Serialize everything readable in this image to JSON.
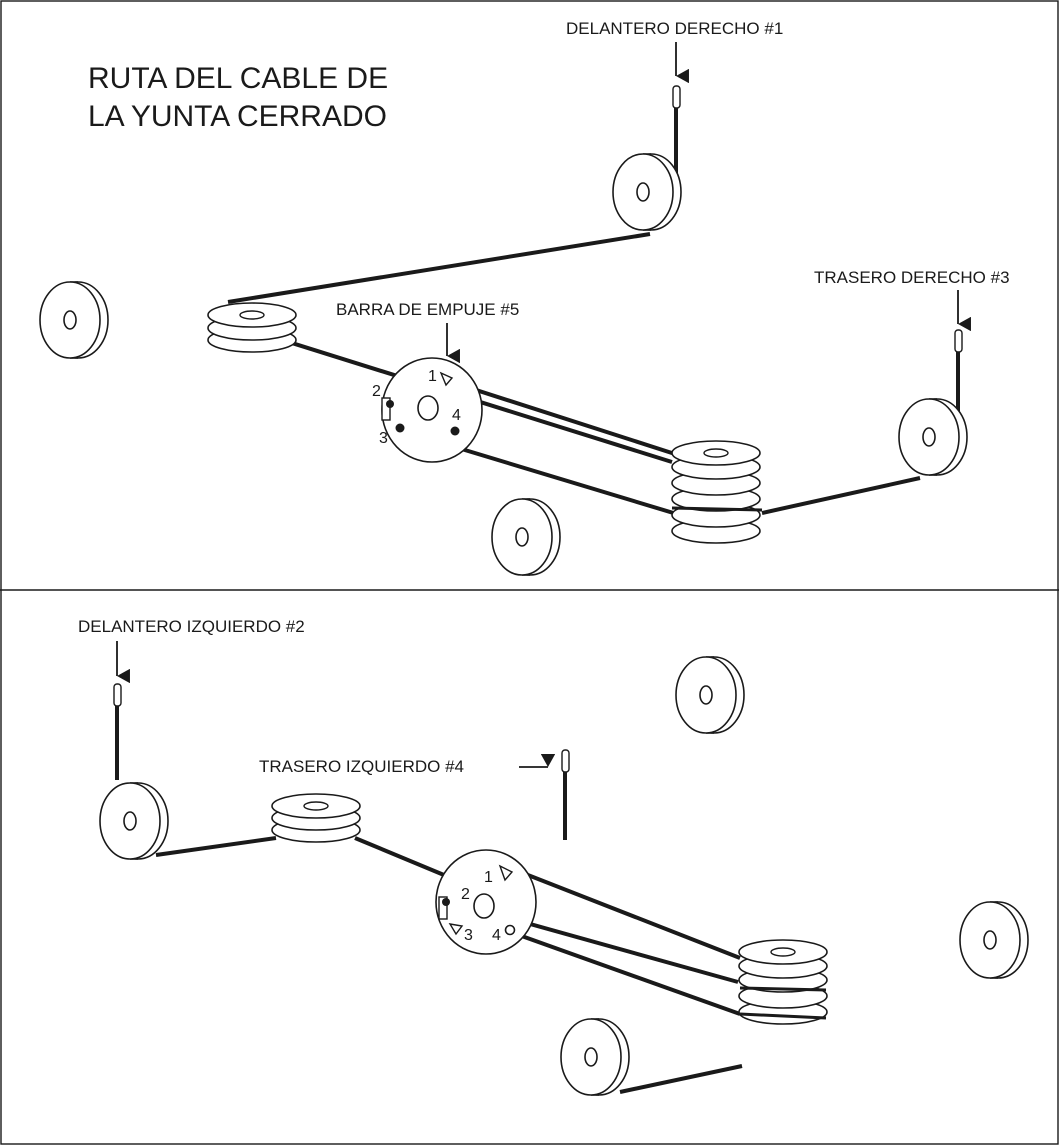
{
  "title_line1": "RUTA DEL CABLE DE",
  "title_line2": "LA YUNTA CERRADO",
  "top_labels": {
    "front_right": "DELANTERO DERECHO #1",
    "rear_right": "TRASERO DERECHO #3",
    "push_bar": "BARRA DE EMPUJE #5"
  },
  "bottom_labels": {
    "front_left": "DELANTERO IZQUIERDO #2",
    "rear_left": "TRASERO IZQUIERDO #4"
  },
  "hub_numbers": [
    "1",
    "2",
    "3",
    "4"
  ],
  "colors": {
    "line": "#1a1a1a",
    "cable": "#1a1a1a",
    "background": "#ffffff"
  }
}
